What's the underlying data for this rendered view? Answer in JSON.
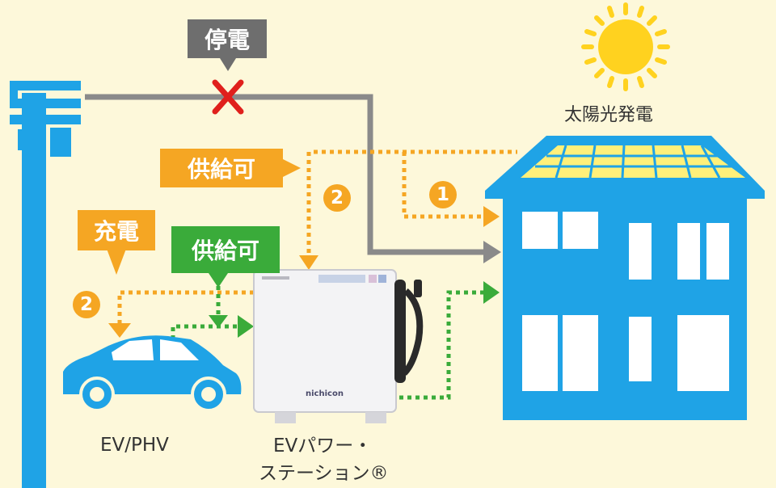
{
  "callouts": {
    "outage": "停電",
    "supply_top": "供給可",
    "charge": "充電",
    "supply_green": "供給可"
  },
  "markers": {
    "one": "1",
    "two_top": "2",
    "two_left": "2"
  },
  "labels": {
    "solar": "太陽光発電",
    "ev": "EV/PHV",
    "station_line1": "EVパワー・",
    "station_line2": "ステーション®",
    "device_brand": "nichicon"
  },
  "colors": {
    "background": "#fdf8da",
    "house_blue": "#1fa3e6",
    "grid_gray": "#8a8a8a",
    "orange": "#f5a623",
    "green": "#3aab3a",
    "red": "#e0201c",
    "sun": "#ffd21f",
    "panel": "#fff07a"
  }
}
